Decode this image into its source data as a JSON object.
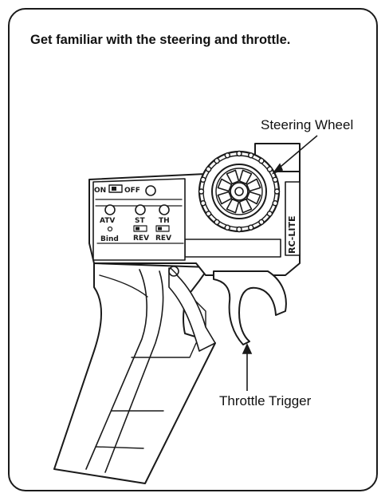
{
  "heading": "Get familiar with the steering and throttle.",
  "callouts": {
    "steering_wheel": "Steering Wheel",
    "throttle_trigger": "Throttle Trigger"
  },
  "panel": {
    "on_label": "ON",
    "off_label": "OFF",
    "atv_label": "ATV",
    "st_label": "ST",
    "th_label": "TH",
    "bind_label": "Bind",
    "st_rev_label": "REV",
    "th_rev_label": "REV"
  },
  "brand_mark": "RC-LITE",
  "colors": {
    "line": "#1a1a1a",
    "fill": "#ffffff",
    "shade": "#d9d9d9"
  }
}
